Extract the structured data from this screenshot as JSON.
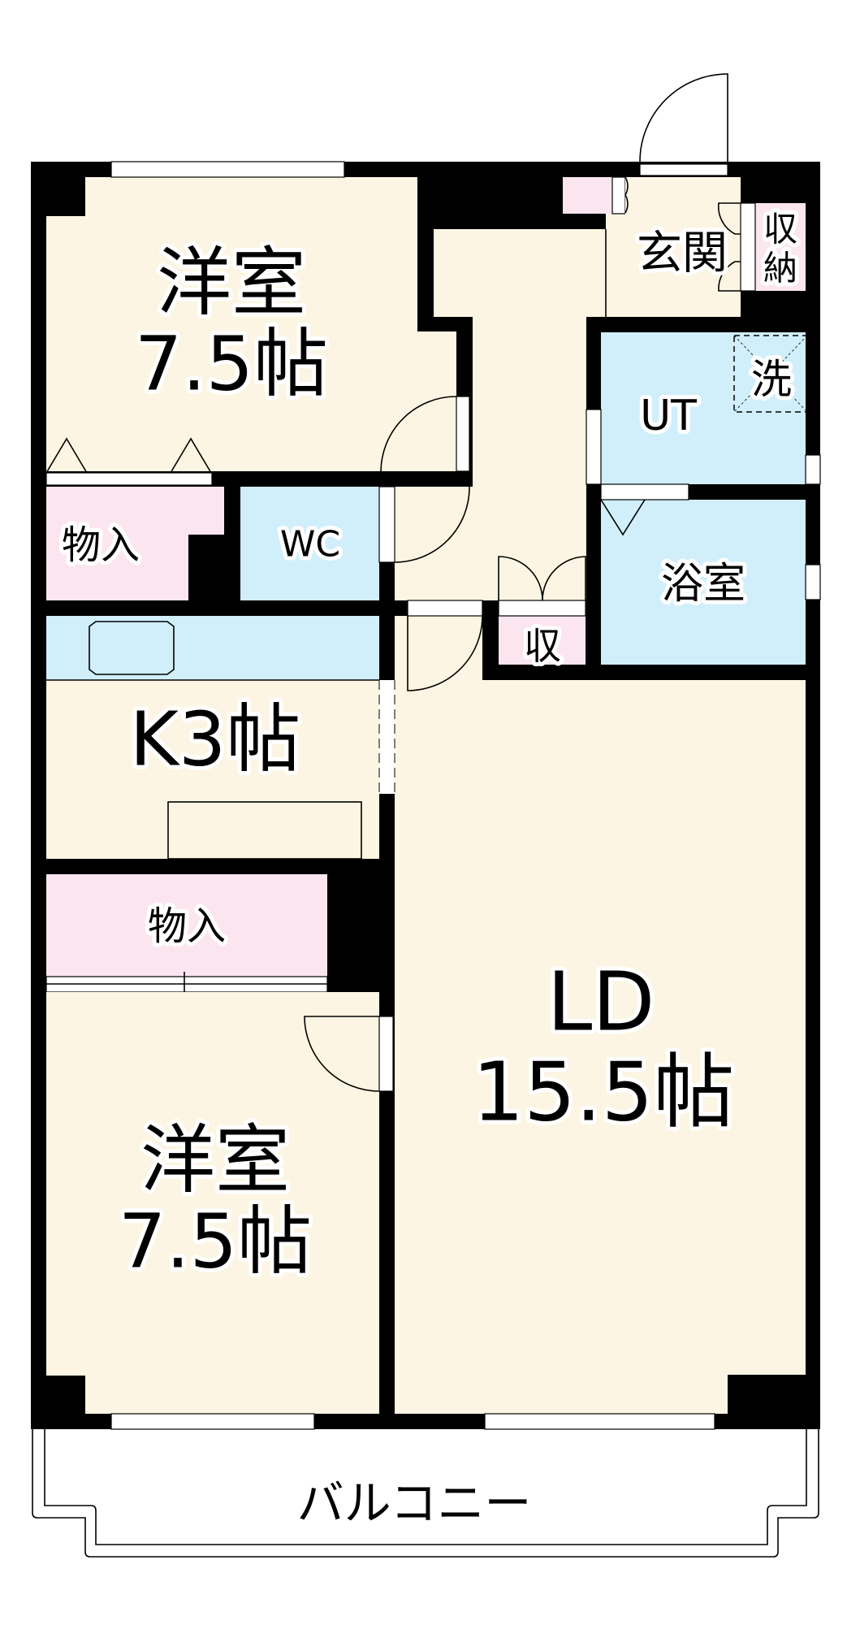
{
  "floorplan": {
    "colors": {
      "wall": "#000000",
      "room_floor": "#fdf5e3",
      "wet_area": "#d1eefb",
      "storage": "#fbe6ef",
      "window": "#ffffff",
      "label_outline": "#ffffff"
    },
    "rooms": {
      "western_room_top": {
        "name": "洋室",
        "size": "7.5帖"
      },
      "closet_top": {
        "name": "物入"
      },
      "wc": {
        "name": "WC"
      },
      "entrance": {
        "name": "玄関"
      },
      "shoe_storage": {
        "name_line1": "収",
        "name_line2": "納"
      },
      "utility": {
        "name": "UT"
      },
      "washer": {
        "name": "洗"
      },
      "bathroom": {
        "name": "浴室"
      },
      "hall_storage": {
        "name": "収"
      },
      "kitchen": {
        "name": "K3帖"
      },
      "closet_bottom": {
        "name": "物入"
      },
      "western_room_bottom": {
        "name": "洋室",
        "size": "7.5帖"
      },
      "living_dining": {
        "name": "LD",
        "size": "15.5帖"
      },
      "balcony": {
        "name": "バルコニー"
      }
    }
  }
}
